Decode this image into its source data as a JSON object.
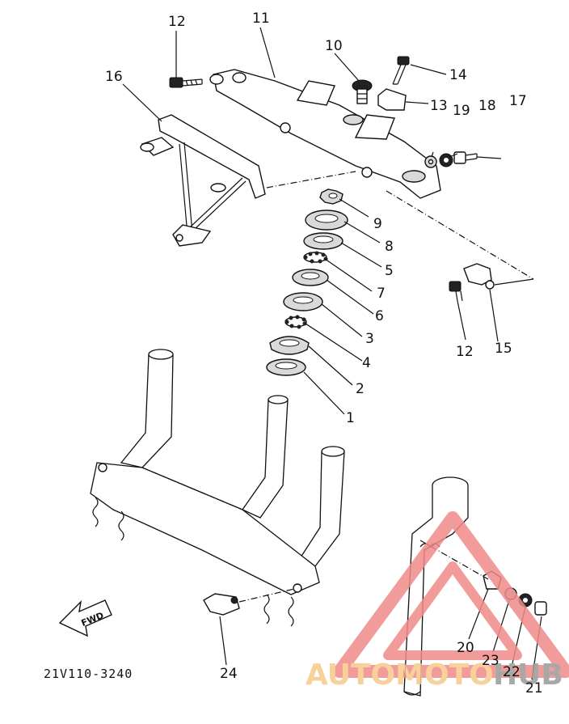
{
  "part_labels": [
    {
      "id": "p1",
      "text": "1"
    },
    {
      "id": "p2",
      "text": "2"
    },
    {
      "id": "p3",
      "text": "3"
    },
    {
      "id": "p4",
      "text": "4"
    },
    {
      "id": "p5",
      "text": "5"
    },
    {
      "id": "p6",
      "text": "6"
    },
    {
      "id": "p7",
      "text": "7"
    },
    {
      "id": "p8",
      "text": "8"
    },
    {
      "id": "p9",
      "text": "9"
    },
    {
      "id": "p10",
      "text": "10"
    },
    {
      "id": "p11",
      "text": "11"
    },
    {
      "id": "p12a",
      "text": "12"
    },
    {
      "id": "p12b",
      "text": "12"
    },
    {
      "id": "p13",
      "text": "13"
    },
    {
      "id": "p14",
      "text": "14"
    },
    {
      "id": "p15",
      "text": "15"
    },
    {
      "id": "p16",
      "text": "16"
    },
    {
      "id": "p17",
      "text": "17"
    },
    {
      "id": "p18",
      "text": "18"
    },
    {
      "id": "p19",
      "text": "19"
    },
    {
      "id": "p20",
      "text": "20"
    },
    {
      "id": "p21",
      "text": "21"
    },
    {
      "id": "p22",
      "text": "22"
    },
    {
      "id": "p23",
      "text": "23"
    },
    {
      "id": "p24",
      "text": "24"
    }
  ],
  "diagram_code": "21V110-3240",
  "fwd_arrow_label": "FWD",
  "watermark": {
    "text_left": "AUTOMOTO",
    "text_right": "HUB",
    "color_left": "#f6c889",
    "color_right": "#9a9a9a",
    "triangle_color": "#f08a8a"
  }
}
